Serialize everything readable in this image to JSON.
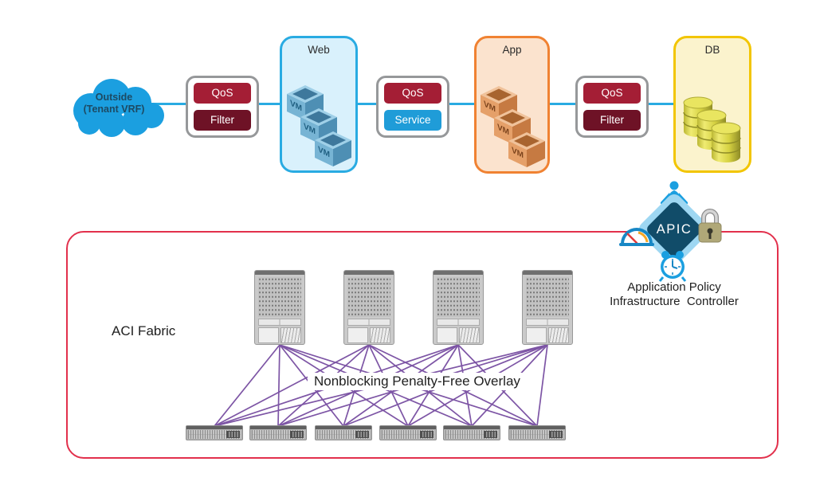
{
  "diagram": {
    "external_cloud": {
      "line1": "Outside",
      "line2": "(Tenant VRF)",
      "color": "#1B9FE0"
    },
    "connector_color": "#29ABE2",
    "contracts": [
      {
        "id": "outside-to-web",
        "buttons": [
          {
            "label": "QoS",
            "color": "#A41E35"
          },
          {
            "label": "Filter",
            "color": "#6E1226"
          }
        ]
      },
      {
        "id": "web-to-app",
        "buttons": [
          {
            "label": "QoS",
            "color": "#A41E35"
          },
          {
            "label": "Service",
            "color": "#1F9CD8"
          }
        ]
      },
      {
        "id": "app-to-db",
        "buttons": [
          {
            "label": "QoS",
            "color": "#A41E35"
          },
          {
            "label": "Filter",
            "color": "#6E1226"
          }
        ]
      }
    ],
    "tiers": [
      {
        "label": "Web",
        "border_color": "#29ABE2",
        "fill_color": "#D9F1FC",
        "content": "vm-cubes"
      },
      {
        "label": "App",
        "border_color": "#F08232",
        "fill_color": "#FBE3CE",
        "content": "vm-cubes"
      },
      {
        "label": "DB",
        "border_color": "#F2C500",
        "fill_color": "#FBF3CD",
        "content": "database-cylinders"
      }
    ],
    "vm_label": "VM",
    "apic": {
      "label": "APIC",
      "caption_line1": "Application Policy",
      "caption_line2": "Infrastructure  Controller",
      "icons": [
        "person-icon",
        "gauge-icon",
        "lock-icon",
        "alarm-clock-icon"
      ]
    },
    "fabric": {
      "label": "ACI Fabric",
      "overlay_label": "Nonblocking Penalty-Free Overlay",
      "spine_count": 4,
      "leaf_count": 6,
      "border_color": "#E2304C",
      "link_color": "#7D55A5"
    }
  }
}
